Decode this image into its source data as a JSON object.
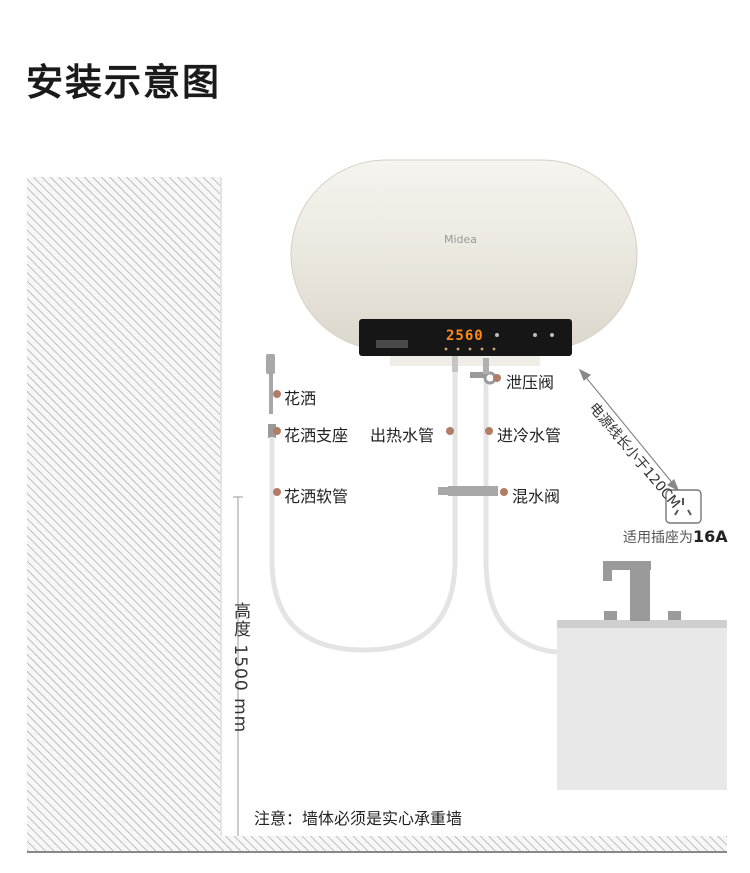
{
  "title": "安装示意图",
  "labels": {
    "shower_head": "花洒",
    "shower_holder": "花洒支座",
    "shower_hose": "花洒软管",
    "hot_pipe": "出热水管",
    "relief_valve": "泄压阀",
    "cold_pipe": "进冷水管",
    "mixing_valve": "混水阀",
    "power_cord": "电源线长小于120CM",
    "socket_prefix": "适用插座为",
    "socket_rating": "16A",
    "height": "高度 1500 mm",
    "note": "注意：墙体必须是实心承重墙"
  },
  "heater": {
    "brand": "Midea",
    "display": "2560"
  },
  "colors": {
    "label_dot": "#b07e67",
    "pipe": "#e6e6e6",
    "valve": "#9a9a9a",
    "hatch": "#a6a6a6",
    "display": "#ff8a1c"
  }
}
